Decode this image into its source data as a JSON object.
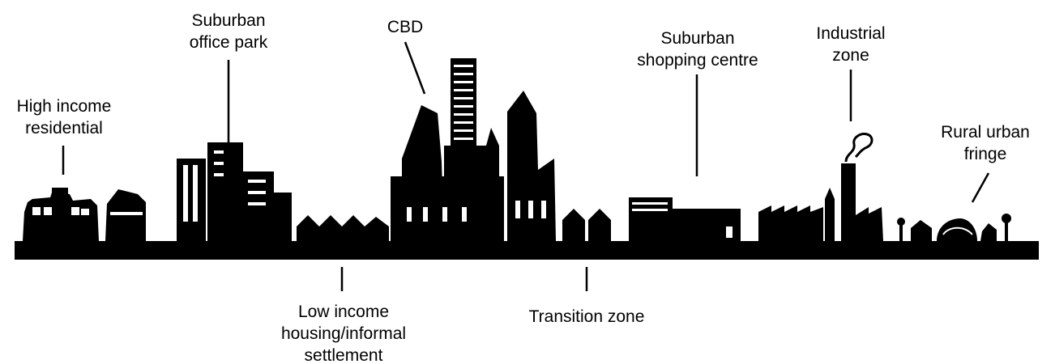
{
  "diagram": {
    "zones": [
      {
        "id": "high-income",
        "lines": [
          "High income",
          "residential"
        ]
      },
      {
        "id": "office-park",
        "lines": [
          "Suburban",
          "office park"
        ]
      },
      {
        "id": "low-income",
        "lines": [
          "Low income",
          "housing/informal",
          "settlement"
        ]
      },
      {
        "id": "cbd",
        "lines": [
          "CBD"
        ]
      },
      {
        "id": "transition",
        "lines": [
          "Transition zone"
        ]
      },
      {
        "id": "shopping",
        "lines": [
          "Suburban",
          "shopping centre"
        ]
      },
      {
        "id": "industrial",
        "lines": [
          "Industrial",
          "zone"
        ]
      },
      {
        "id": "rural-fringe",
        "lines": [
          "Rural urban",
          "fringe"
        ]
      }
    ],
    "colors": {
      "ink": "#000000",
      "paper": "#ffffff"
    }
  }
}
